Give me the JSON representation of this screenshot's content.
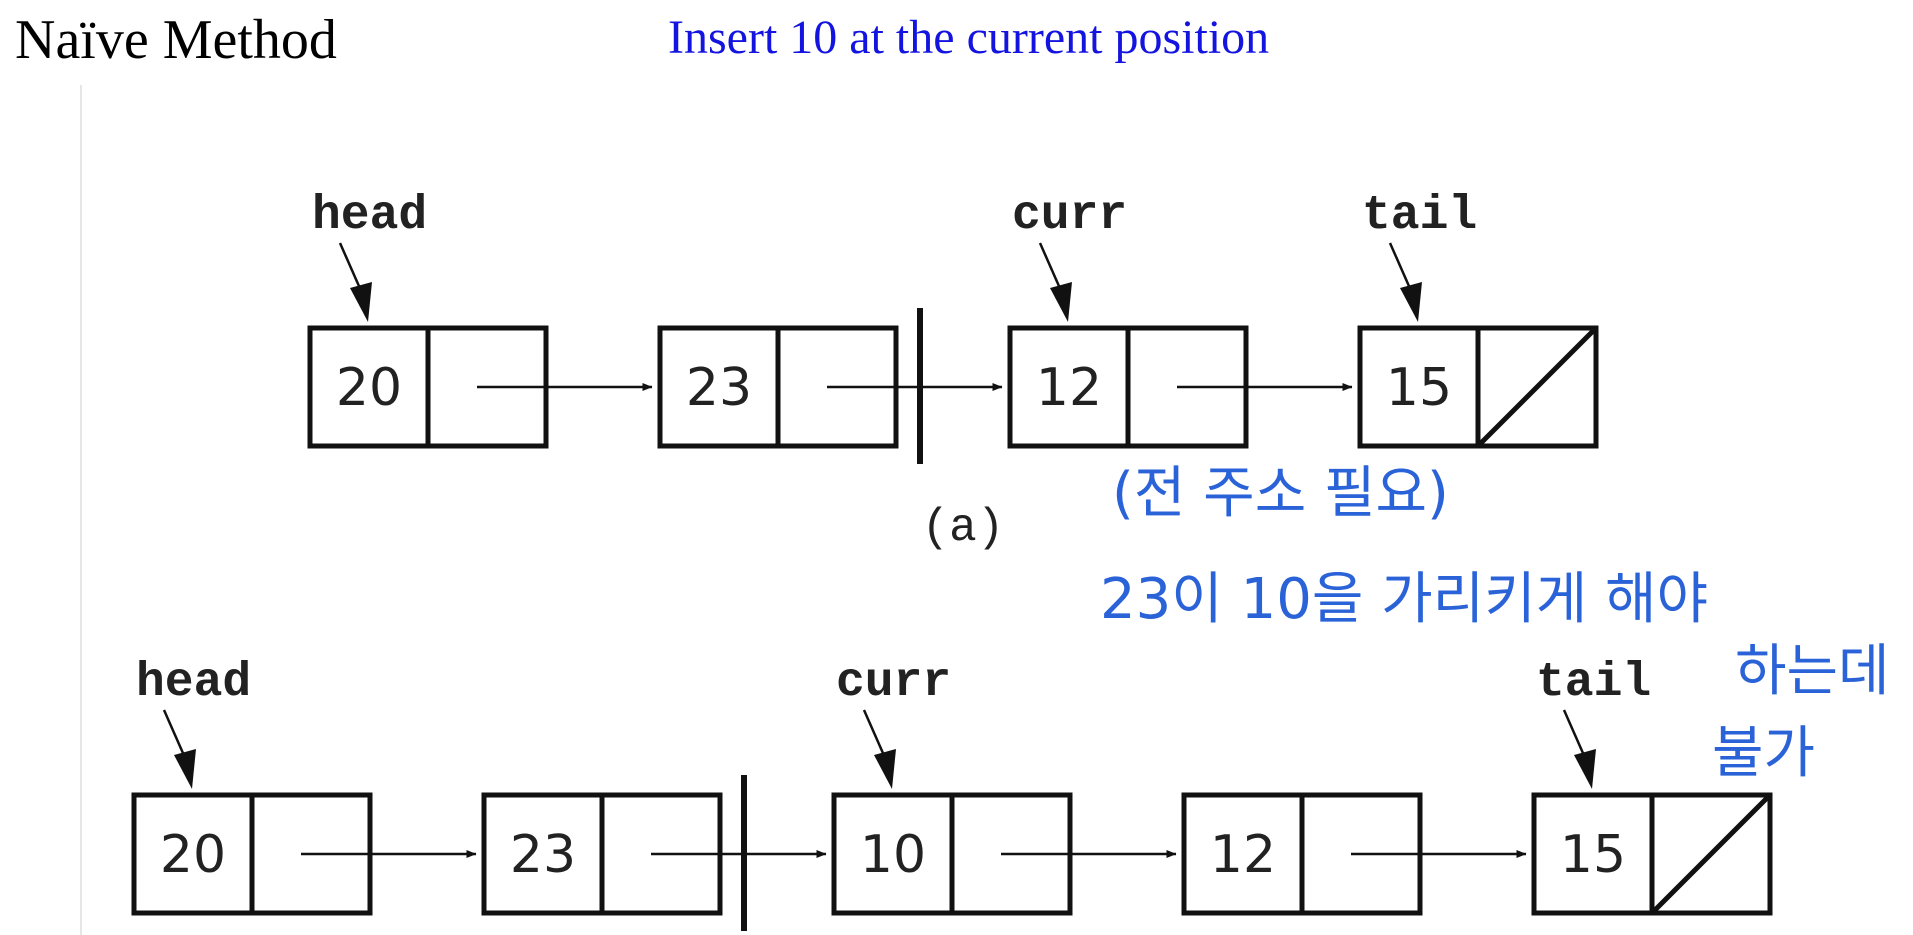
{
  "header": {
    "title": "Naïve Method",
    "subtitle": "Insert 10 at the current position"
  },
  "diagram_a": {
    "caption": "(a)",
    "nodes": [
      "20",
      "23",
      "12",
      "15"
    ],
    "pointers": {
      "head": "head",
      "curr": "curr",
      "tail": "tail"
    }
  },
  "diagram_b": {
    "nodes": [
      "20",
      "23",
      "10",
      "12",
      "15"
    ],
    "pointers": {
      "head": "head",
      "curr": "curr",
      "tail": "tail"
    }
  },
  "annotation": {
    "line1": "(전 주소 필요)",
    "line2": "23이 10을 가리키게 해야",
    "line3": "하는데",
    "line4": "불가"
  },
  "colors": {
    "title": "#000000",
    "subtitle": "#1414e0",
    "annotation": "#2a62d8",
    "diagram": "#222222"
  }
}
